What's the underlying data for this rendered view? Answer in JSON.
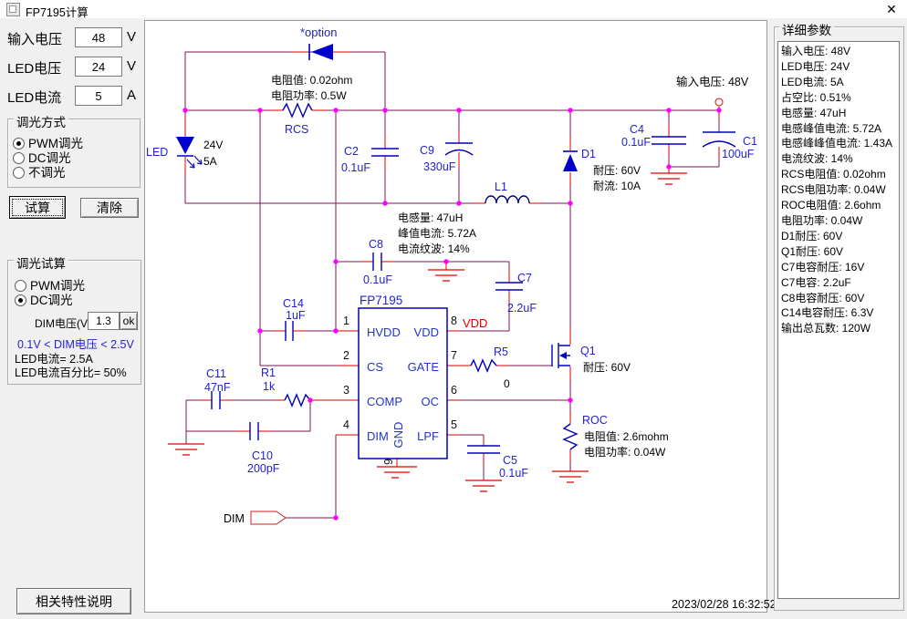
{
  "titlebar": {
    "title": "FP7195计算",
    "close_glyph": "✕"
  },
  "left_panel": {
    "inputs": [
      {
        "label": "输入电压",
        "value": "48",
        "unit": "V"
      },
      {
        "label": "LED电压",
        "value": "24",
        "unit": "V"
      },
      {
        "label": "LED电流",
        "value": "5",
        "unit": "A"
      }
    ],
    "dimming_mode": {
      "title": "调光方式",
      "options": [
        {
          "label": "PWM调光",
          "selected": true
        },
        {
          "label": "DC调光",
          "selected": false
        },
        {
          "label": "不调光",
          "selected": false
        }
      ]
    },
    "calc_button": "试算",
    "clear_button": "清除",
    "dimming_trial": {
      "title": "调光试算",
      "options": [
        {
          "label": "PWM调光",
          "selected": false
        },
        {
          "label": "DC调光",
          "selected": true
        }
      ],
      "dim_label": "DIM电压(V)",
      "dim_value": "1.3",
      "ok_button": "ok",
      "range_hint": "0.1V < DIM电压 < 2.5V",
      "result_current": "LED电流= 2.5A",
      "result_percent": "LED电流百分比= 50%"
    },
    "info_button": "相关特性说明"
  },
  "right_panel": {
    "title": "详细参数",
    "items": [
      "输入电压: 48V",
      "LED电压: 24V",
      "LED电流: 5A",
      "占空比: 0.51%",
      "电感量: 47uH",
      "电感峰值电流: 5.72A",
      "电感峰峰值电流: 1.43A",
      "电流纹波: 14%",
      "RCS电阻值: 0.02ohm",
      "RCS电阻功率: 0.04W",
      "ROC电阻值: 2.6ohm",
      "电阻功率: 0.04W",
      "D1耐压: 60V",
      "Q1耐压: 60V",
      "C7电容耐压: 16V",
      "C7电容: 2.2uF",
      "C8电容耐压: 60V",
      "C14电容耐压: 6.3V",
      "输出总瓦数: 120W"
    ]
  },
  "schematic": {
    "option_label": "*option",
    "input_voltage_label": "输入电压: 48V",
    "vdd_net": "VDD",
    "dim_port": "DIM",
    "timestamp": "2023/02/28 16:32:52",
    "ic": {
      "name": "FP7195",
      "pins_left": [
        {
          "num": "1",
          "name": "HVDD"
        },
        {
          "num": "2",
          "name": "CS"
        },
        {
          "num": "3",
          "name": "COMP"
        },
        {
          "num": "4",
          "name": "DIM"
        }
      ],
      "pins_right": [
        {
          "num": "8",
          "name": "VDD"
        },
        {
          "num": "7",
          "name": "GATE"
        },
        {
          "num": "6",
          "name": "OC"
        },
        {
          "num": "5",
          "name": "LPF"
        }
      ],
      "pin_bottom": {
        "num": "9",
        "name": "GND"
      }
    },
    "components": {
      "rcs": {
        "name": "RCS",
        "line1": "电阻值: 0.02ohm",
        "line2": "电阻功率: 0.5W"
      },
      "led": {
        "name": "LED",
        "line1": "24V",
        "line2": "5A"
      },
      "c2": {
        "name": "C2",
        "value": "0.1uF"
      },
      "c9": {
        "name": "C9",
        "value": "330uF"
      },
      "c4": {
        "name": "C4",
        "value": "0.1uF"
      },
      "c1": {
        "name": "C1",
        "value": "100uF"
      },
      "d1": {
        "name": "D1",
        "line1": "耐压: 60V",
        "line2": "耐流: 10A"
      },
      "l1": {
        "name": "L1",
        "line1": "电感量: 47uH",
        "line2": "峰值电流: 5.72A",
        "line3": "电流纹波: 14%"
      },
      "c8": {
        "name": "C8",
        "value": "0.1uF"
      },
      "c7": {
        "name": "C7",
        "value": "2.2uF"
      },
      "c14": {
        "name": "C14",
        "value": "1uF"
      },
      "c11": {
        "name": "C11",
        "value": "47nF"
      },
      "r1": {
        "name": "R1",
        "value": "1k"
      },
      "c10": {
        "name": "C10",
        "value": "200pF"
      },
      "r5": {
        "name": "R5",
        "value": "0"
      },
      "q1": {
        "name": "Q1",
        "line1": "耐压: 60V"
      },
      "roc": {
        "name": "ROC",
        "line1": "电阻值: 2.6mohm",
        "line2": "电阻功率: 0.04W"
      },
      "c5": {
        "name": "C5",
        "value": "0.1uF"
      }
    }
  }
}
